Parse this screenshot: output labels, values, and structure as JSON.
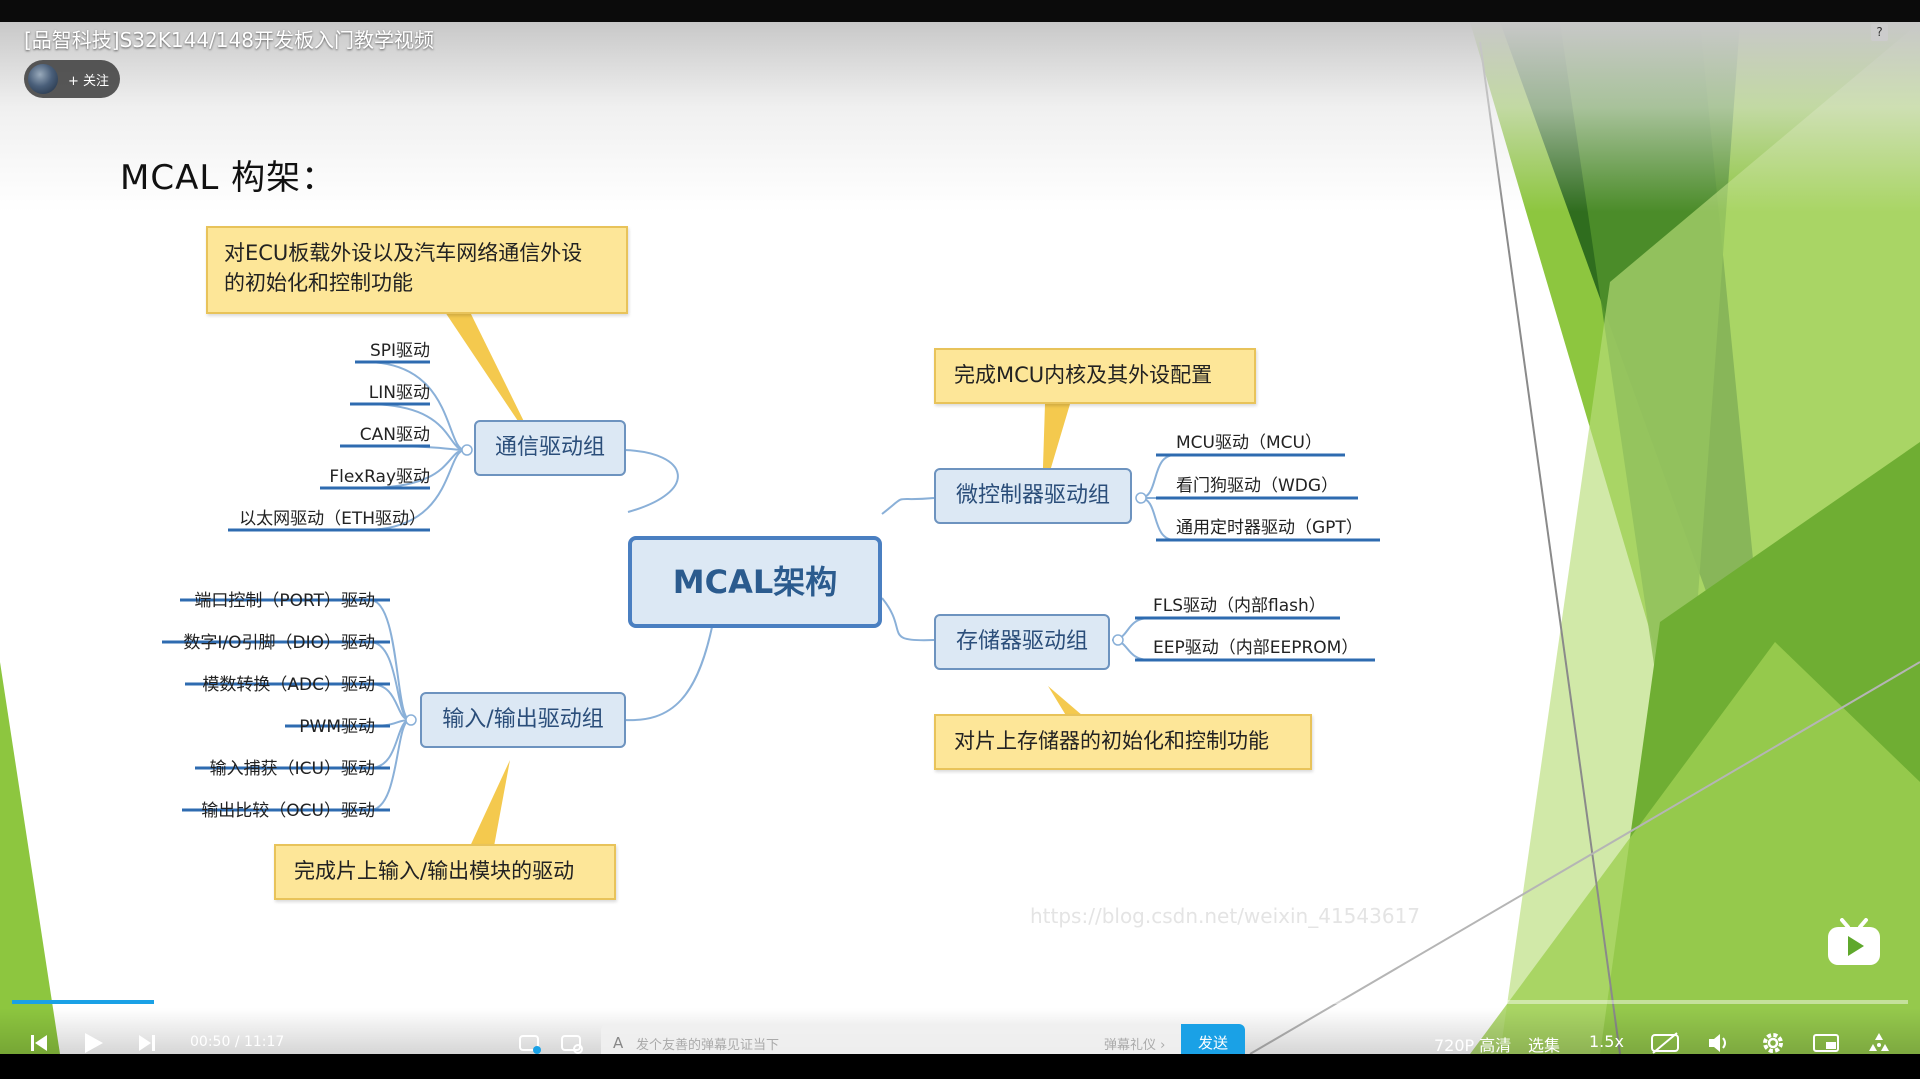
{
  "player": {
    "video_title": "[品智科技]S32K144/148开发板入门教学视频",
    "follow_label": "+ 关注",
    "help_icon": "?",
    "current_time": "00:50",
    "time_sep": "/",
    "duration": "11:17",
    "progress_fraction": 0.075,
    "danmaku_placeholder": "发个友善的弹幕见证当下",
    "danmaku_etiquette": "弹幕礼仪 ›",
    "send_label": "发送",
    "quality": "720P 高清",
    "episodes": "选集",
    "speed": "1.5x",
    "accent": "#1aa1e6"
  },
  "slide": {
    "title": "MCAL 构架：",
    "watermark": "https://blog.csdn.net/weixin_41543617",
    "center": "MCAL架构",
    "groups": {
      "comm": {
        "label": "通信驱动组",
        "callout": [
          "对ECU板载外设以及汽车网络通信外设",
          "的初始化和控制功能"
        ],
        "items": [
          "SPI驱动",
          "LIN驱动",
          "CAN驱动",
          "FlexRay驱动",
          "以太网驱动（ETH驱动）"
        ]
      },
      "io": {
        "label": "输入/输出驱动组",
        "callout": "完成片上输入/输出模块的驱动",
        "items": [
          "端口控制（PORT）驱动",
          "数字I/O引脚（DIO）驱动",
          "模数转换（ADC）驱动",
          "PWM驱动",
          "输入捕获（ICU）驱动",
          "输出比较（OCU）驱动"
        ]
      },
      "mcu": {
        "label": "微控制器驱动组",
        "callout": "完成MCU内核及其外设配置",
        "items": [
          "MCU驱动（MCU）",
          "看门狗驱动（WDG）",
          "通用定时器驱动（GPT）"
        ]
      },
      "mem": {
        "label": "存储器驱动组",
        "callout": "对片上存储器的初始化和控制功能",
        "items": [
          "FLS驱动（内部flash）",
          "EEP驱动（内部EEPROM）"
        ]
      }
    }
  }
}
